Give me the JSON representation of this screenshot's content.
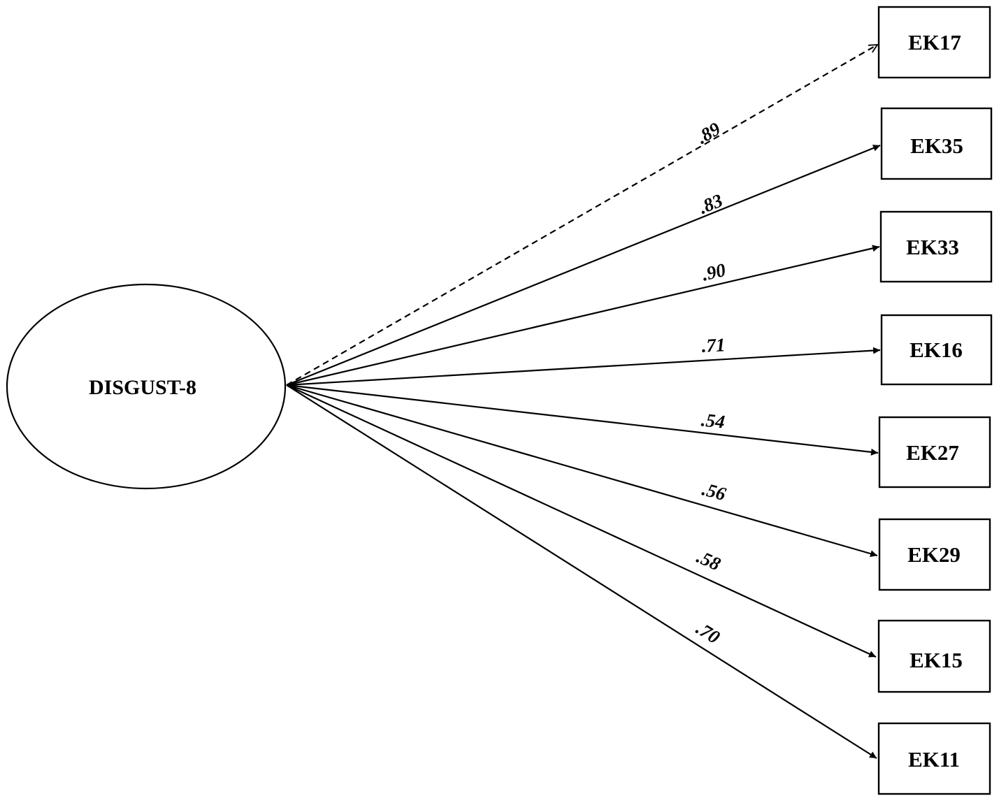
{
  "factor": {
    "label": "DISGUST-8"
  },
  "indicators": [
    {
      "label": "EK17",
      "loading": ".89",
      "line_style": "dashed"
    },
    {
      "label": "EK35",
      "loading": ".83",
      "line_style": "solid"
    },
    {
      "label": "EK33",
      "loading": ".90",
      "line_style": "solid"
    },
    {
      "label": "EK16",
      "loading": ".71",
      "line_style": "solid"
    },
    {
      "label": "EK27",
      "loading": ".54",
      "line_style": "solid"
    },
    {
      "label": "EK29",
      "loading": ".56",
      "line_style": "solid"
    },
    {
      "label": "EK15",
      "loading": ".58",
      "line_style": "solid"
    },
    {
      "label": "EK11",
      "loading": ".70",
      "line_style": "solid"
    }
  ]
}
